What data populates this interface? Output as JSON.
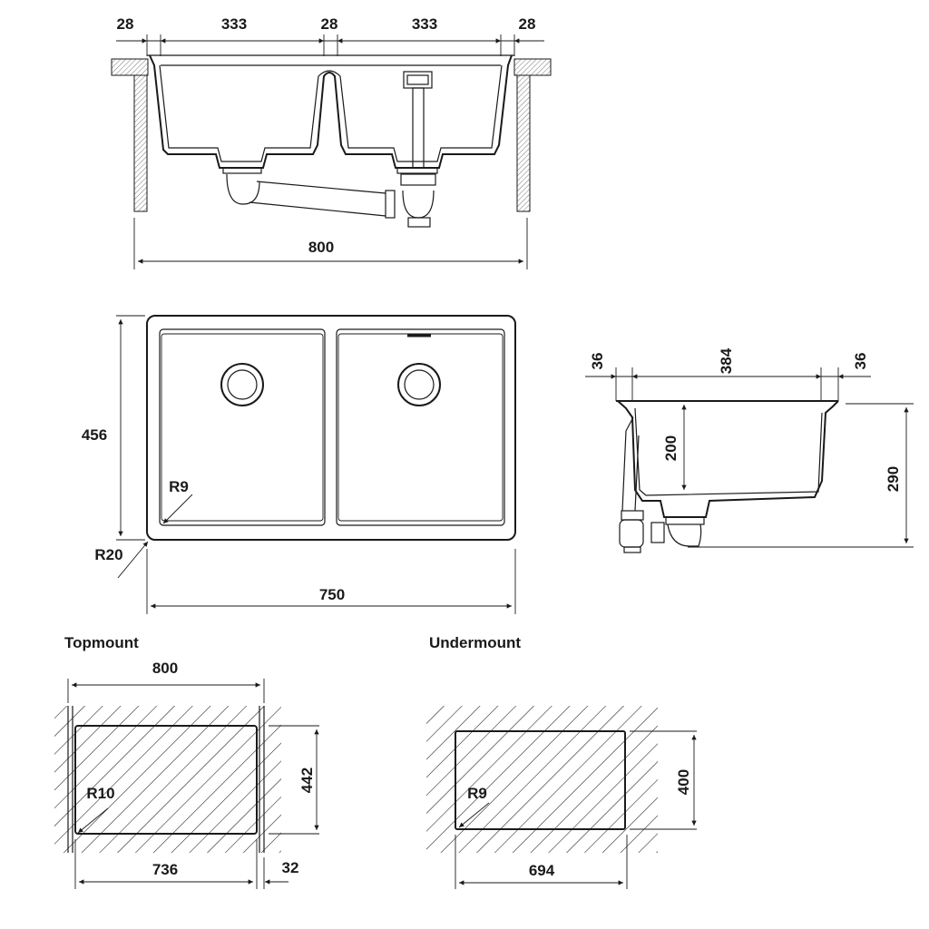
{
  "section_view": {
    "dims_top": [
      "28",
      "333",
      "28",
      "333",
      "28"
    ],
    "overall_width": "800"
  },
  "plan_view": {
    "height": "456",
    "width": "750",
    "inner_radius": "R9",
    "outer_radius": "R20"
  },
  "side_view": {
    "rim_left": "36",
    "bowl_width": "384",
    "rim_right": "36",
    "bowl_depth": "200",
    "overall_depth": "290"
  },
  "topmount": {
    "title": "Topmount",
    "overall_width": "800",
    "cutout_width": "736",
    "cutout_height": "442",
    "rim_gap": "32",
    "corner_radius": "R10"
  },
  "undermount": {
    "title": "Undermount",
    "cutout_width": "694",
    "cutout_height": "400",
    "corner_radius": "R9"
  }
}
